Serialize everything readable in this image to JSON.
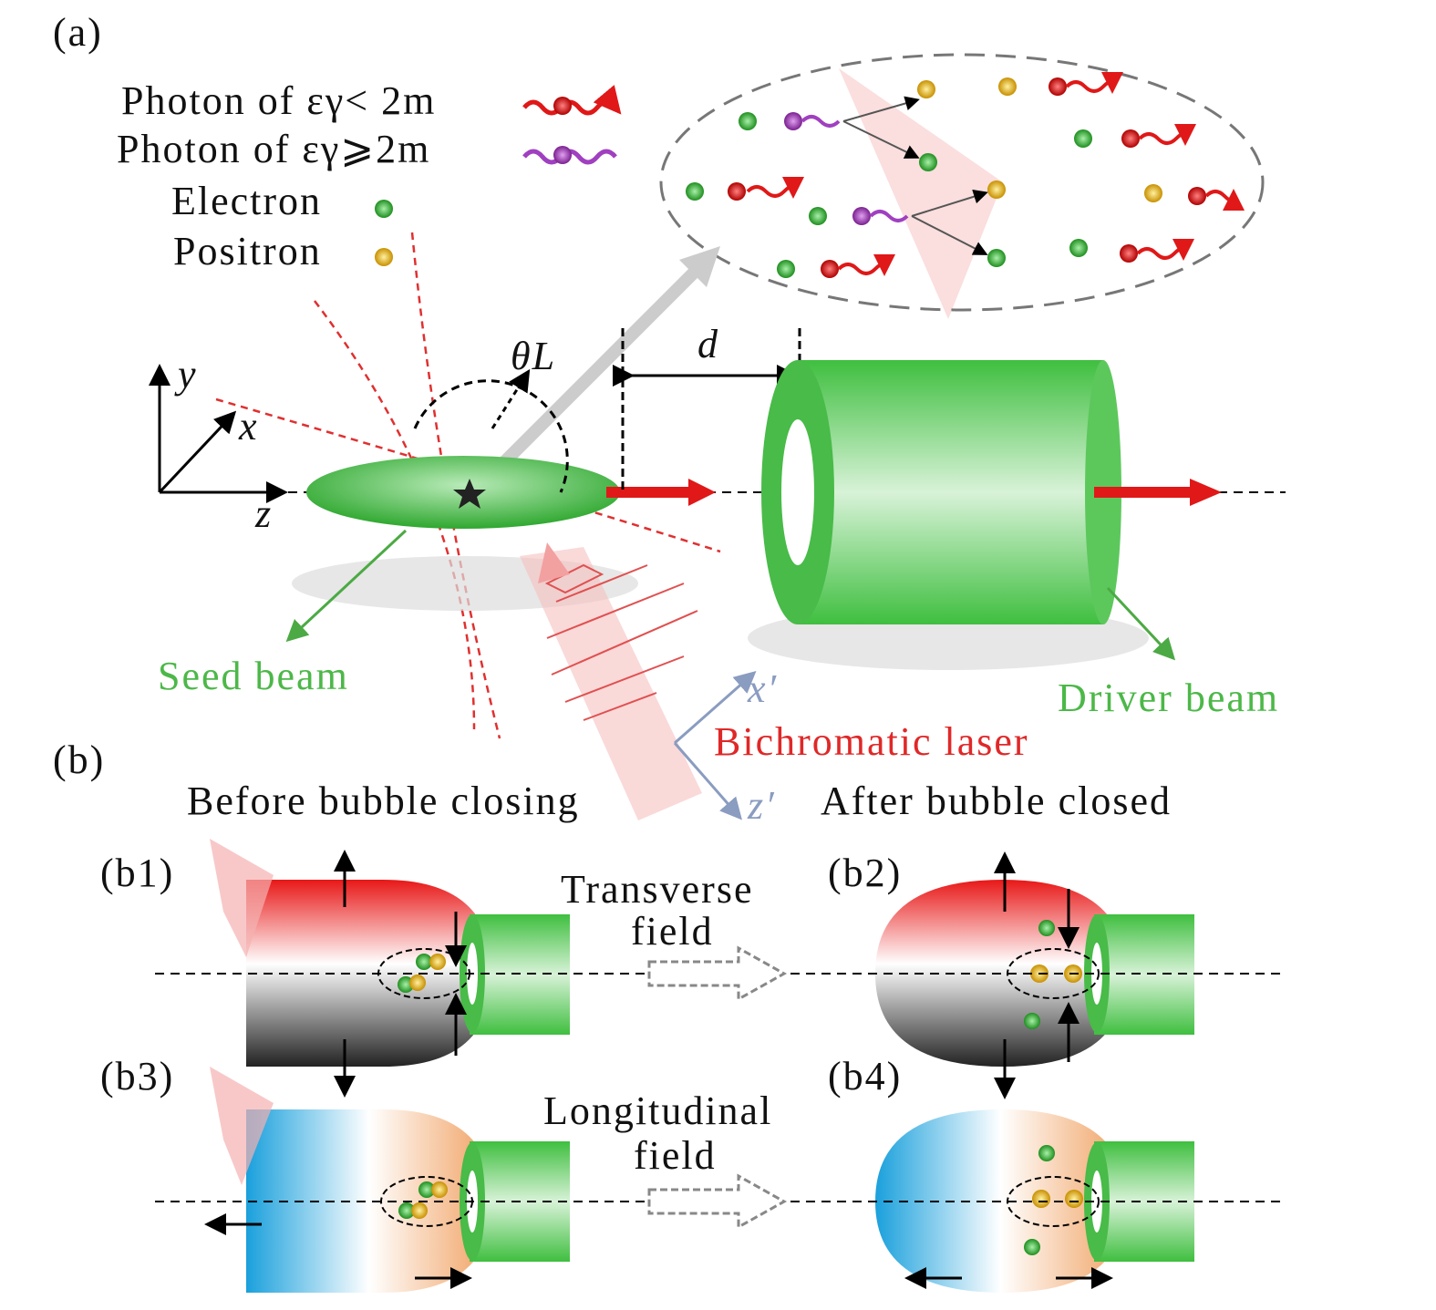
{
  "panel_a": {
    "label": "(a)",
    "legend": [
      {
        "label": "Photon of εγ< 2m"
      },
      {
        "label": "Photon of εγ⩾2m"
      },
      {
        "label": "Electron"
      },
      {
        "label": "Positron"
      }
    ],
    "axes": {
      "y": "y",
      "x": "x",
      "z": "z",
      "xp": "x′",
      "zp": "z′"
    },
    "theta": "θL",
    "distance": "d",
    "seed_beam": "Seed beam",
    "driver_beam": "Driver beam",
    "laser": "Bichromatic laser"
  },
  "panel_b": {
    "label": "(b)",
    "before": "Before bubble closing",
    "after": "After bubble closed",
    "sub": [
      "(b1)",
      "(b2)",
      "(b3)",
      "(b4)"
    ],
    "transverse": [
      "Transverse",
      "field"
    ],
    "longitudinal": [
      "Longitudinal",
      "field"
    ]
  },
  "colors": {
    "photon_low": "#e01818",
    "photon_high": "#a040c0",
    "electron": "#3cb43c",
    "positron": "#e0b000",
    "green_text": "#4cb848",
    "laser_text": "#e02828",
    "axis_prime": "#8a9cc0"
  }
}
